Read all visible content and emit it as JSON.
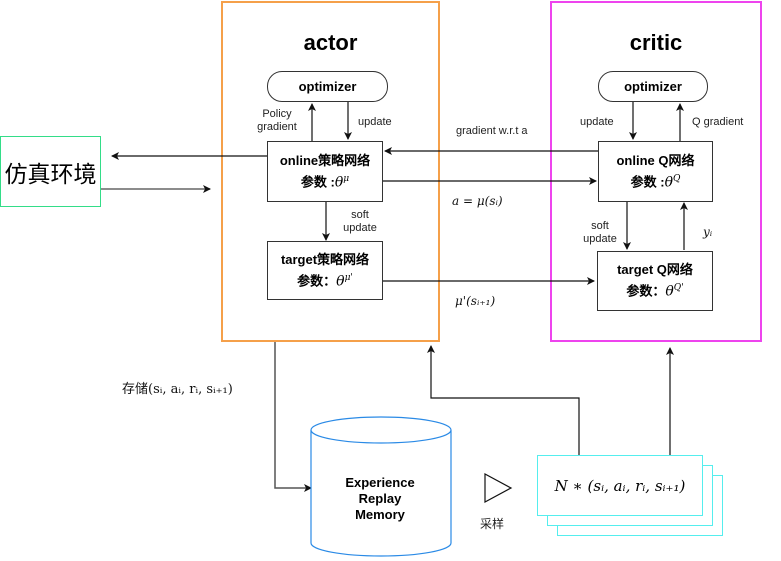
{
  "diagram": {
    "type": "DDPG architecture",
    "colors": {
      "actor_border": "#f5a04a",
      "critic_border": "#ee44ee",
      "environment_border": "#33dd88",
      "replay_memory_border": "#2a8ae6",
      "batch_border": "#55eeee"
    }
  },
  "environment": {
    "label": "仿真环境"
  },
  "actor": {
    "title": "actor",
    "optimizer": "optimizer",
    "policy_gradient_label": "Policy\ngradient",
    "update_label": "update",
    "online_net": {
      "name": "online策略网络",
      "param_label": "参数 :",
      "param_symbol": "θ",
      "param_sup": "μ"
    },
    "soft_update_label": "soft\nupdate",
    "target_net": {
      "name": "target策略网络",
      "param_label": "参数：",
      "param_symbol": "θ",
      "param_sup": "μ'"
    }
  },
  "critic": {
    "title": "critic",
    "optimizer": "optimizer",
    "update_label": "update",
    "q_gradient_label": "Q gradient",
    "online_net": {
      "name": "online Q网络",
      "param_label": "参数 :",
      "param_symbol": "θ",
      "param_sup": "Q"
    },
    "soft_update_label": "soft\nupdate",
    "yi_label": "yᵢ",
    "target_net": {
      "name": "target Q网络",
      "param_label": "参数：",
      "param_symbol": "θ",
      "param_sup": "Q'"
    }
  },
  "connections": {
    "gradient_wrt_a": "gradient w.r.t a",
    "action_eq": "a = μ(sᵢ)",
    "target_action": "μ'(sᵢ₊₁)",
    "store_label": "存储(sᵢ, aᵢ, rᵢ, sᵢ₊₁)",
    "sample_label": "采样"
  },
  "replay_memory": {
    "label_lines": [
      "Experience",
      "Replay",
      "Memory"
    ]
  },
  "minibatch": {
    "label": "N ∗ (sᵢ, aᵢ, rᵢ, sᵢ₊₁)"
  }
}
